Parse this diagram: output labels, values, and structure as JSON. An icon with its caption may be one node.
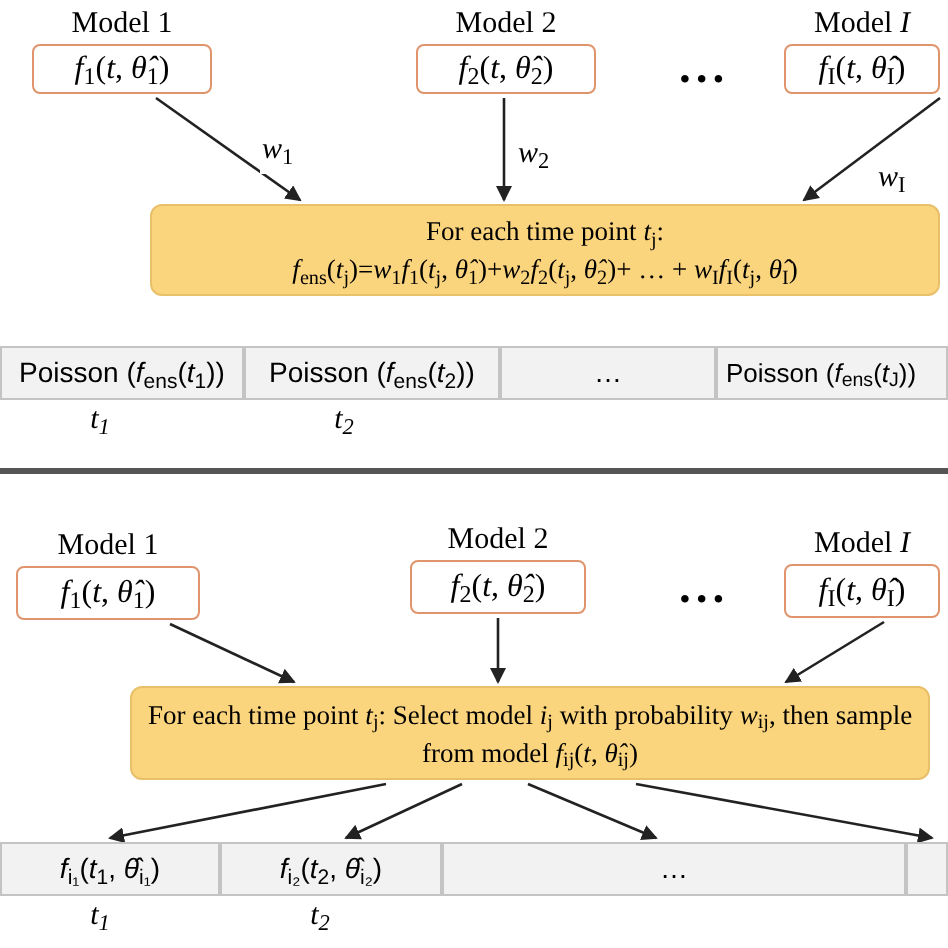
{
  "diagram": {
    "nodes": [
      {
        "text": [
          "Model 1",
          "*f*$_{1}$(*t*, *θ̂*$_{1}$)"
        ]
      },
      {
        "text": [
          "Model 2",
          "*f*$_{2}$(*t*, *θ̂*$_{2}$)"
        ]
      },
      {
        "text": [
          "Model *I*",
          "*f*$_{I}$(*t*, *θ̂*$_{I}$)"
        ]
      },
      {
        "text": [
          "For each time point *t*$_{j}$:",
          "*f*$_{ens}$(*t*$_{j}$)=*w*$_{1}$*f*$_{1}$(*t*$_{j}$, *θ̂*$_{1}$)+*w*$_{2}$*f*$_{2}$(*t*$_{j}$, *θ̂*$_{2}$)+ … + *w*$_{I}$*f*$_{I}$(*t*$_{j}$, *θ̂*$_{I}$)"
        ]
      },
      {
        "text": [
          "Poisson (*f*$_{ens}$(*t*$_{1}$))"
        ],
        "beside": [
          "*t*$_{1}$"
        ]
      },
      {
        "text": [
          "Poisson (*f*$_{ens}$(*t*$_{2}$))"
        ],
        "beside": [
          "*t*$_{2}$"
        ]
      },
      {
        "text": [
          "…"
        ]
      },
      {
        "text": [
          "Poisson (*f*$_{ens}$(*t*$_{J}$))"
        ]
      },
      {
        "text": [
          "Model 1",
          "*f*$_{1}$(*t*, *θ̂*$_{1}$)"
        ]
      },
      {
        "text": [
          "Model 2",
          "*f*$_{2}$(*t*, *θ̂*$_{2}$)"
        ]
      },
      {
        "text": [
          "Model *I*",
          "*f*$_{I}$(*t*, *θ̂*$_{I}$)"
        ]
      },
      {
        "text": [
          "For each time point *t*$_{j}$: Select model *i*$_{j}$ with probability *w*$_{ij}$, then sample from model *f*$_{ij}$(*t*, *θ̂*$_{ij}$)"
        ]
      },
      {
        "text": [
          "*f*$_{i₁}$(*t*$_{1}$, *θ̂*$_{i₁}$)"
        ],
        "beside": [
          "*t*$_{1}$"
        ]
      },
      {
        "text": [
          "*f*$_{i₂}$(*t*$_{2}$, *θ̂*$_{i₂}$)"
        ],
        "beside": [
          "*t*$_{2}$"
        ]
      },
      {
        "text": [
          "…"
        ]
      },
      {
        "text": [],
        "shape": "box"
      }
    ],
    "edges": [
      {
        "from": 0,
        "to": 3,
        "arrow": "to",
        "label": "*w*$_{1}$"
      },
      {
        "from": 1,
        "to": 3,
        "arrow": "to",
        "label": "*w*$_{2}$"
      },
      {
        "from": 2,
        "to": 3,
        "arrow": "to",
        "label": "*w*$_{I}$"
      },
      {
        "from": 8,
        "to": 11,
        "arrow": "to"
      },
      {
        "from": 9,
        "to": 11,
        "arrow": "to"
      },
      {
        "from": 10,
        "to": 11,
        "arrow": "to"
      },
      {
        "from": 11,
        "to": 12,
        "arrow": "to"
      },
      {
        "from": 11,
        "to": 13,
        "arrow": "to"
      },
      {
        "from": 11,
        "to": 14,
        "arrow": "to"
      },
      {
        "from": 11,
        "to": 15,
        "arrow": "to"
      }
    ],
    "labels": [
      "• • •",
      "• • •"
    ]
  }
}
